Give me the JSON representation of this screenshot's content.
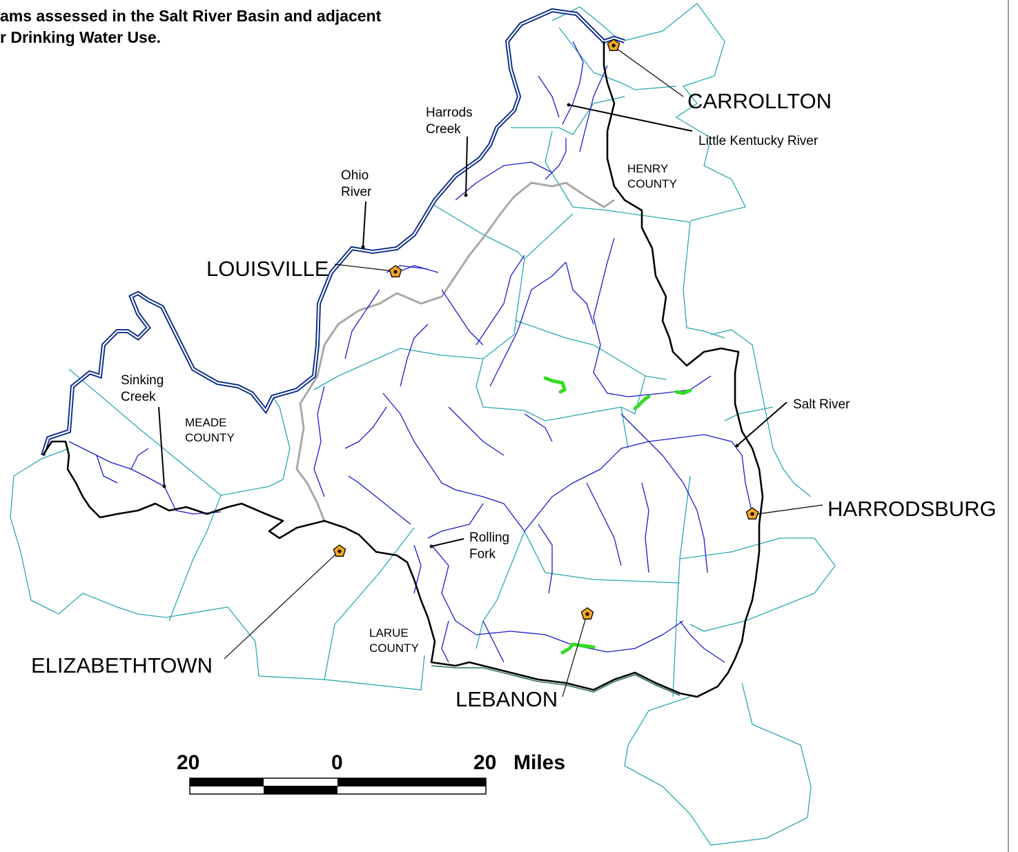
{
  "title": {
    "line1": "ams assessed in the Salt River Basin and adjacent",
    "line2": "r Drinking Water Use."
  },
  "cities": [
    {
      "name": "CARROLLTON"
    },
    {
      "name": "LOUISVILLE"
    },
    {
      "name": "HARRODSBURG"
    },
    {
      "name": "ELIZABETHTOWN"
    },
    {
      "name": "LEBANON"
    }
  ],
  "features": [
    {
      "line1": "Harrods",
      "line2": "Creek"
    },
    {
      "line1": "Ohio",
      "line2": "River"
    },
    {
      "line1": "Little Kentucky River",
      "line2": ""
    },
    {
      "line1": "Sinking",
      "line2": "Creek"
    },
    {
      "line1": "Salt River",
      "line2": ""
    },
    {
      "line1": "Rolling",
      "line2": "Fork"
    }
  ],
  "counties": [
    {
      "line1": "HENRY",
      "line2": "COUNTY"
    },
    {
      "line1": "MEADE",
      "line2": "COUNTY"
    },
    {
      "line1": "LARUE",
      "line2": "COUNTY"
    }
  ],
  "scale_bar": {
    "left_label": "20",
    "center_label": "0",
    "right_label": "20",
    "unit": "Miles"
  },
  "colors": {
    "basin_boundary": "#000000",
    "county_lines": "#2aa8b0",
    "streams": "#1a1ad0",
    "ohio_river": "#0a2a8a",
    "assessed_segments": "#33dd22",
    "gray_divide": "#a8a8a8",
    "city_marker": "#f5a623"
  },
  "icons": {
    "city_marker": "pentagon-marker-icon"
  }
}
